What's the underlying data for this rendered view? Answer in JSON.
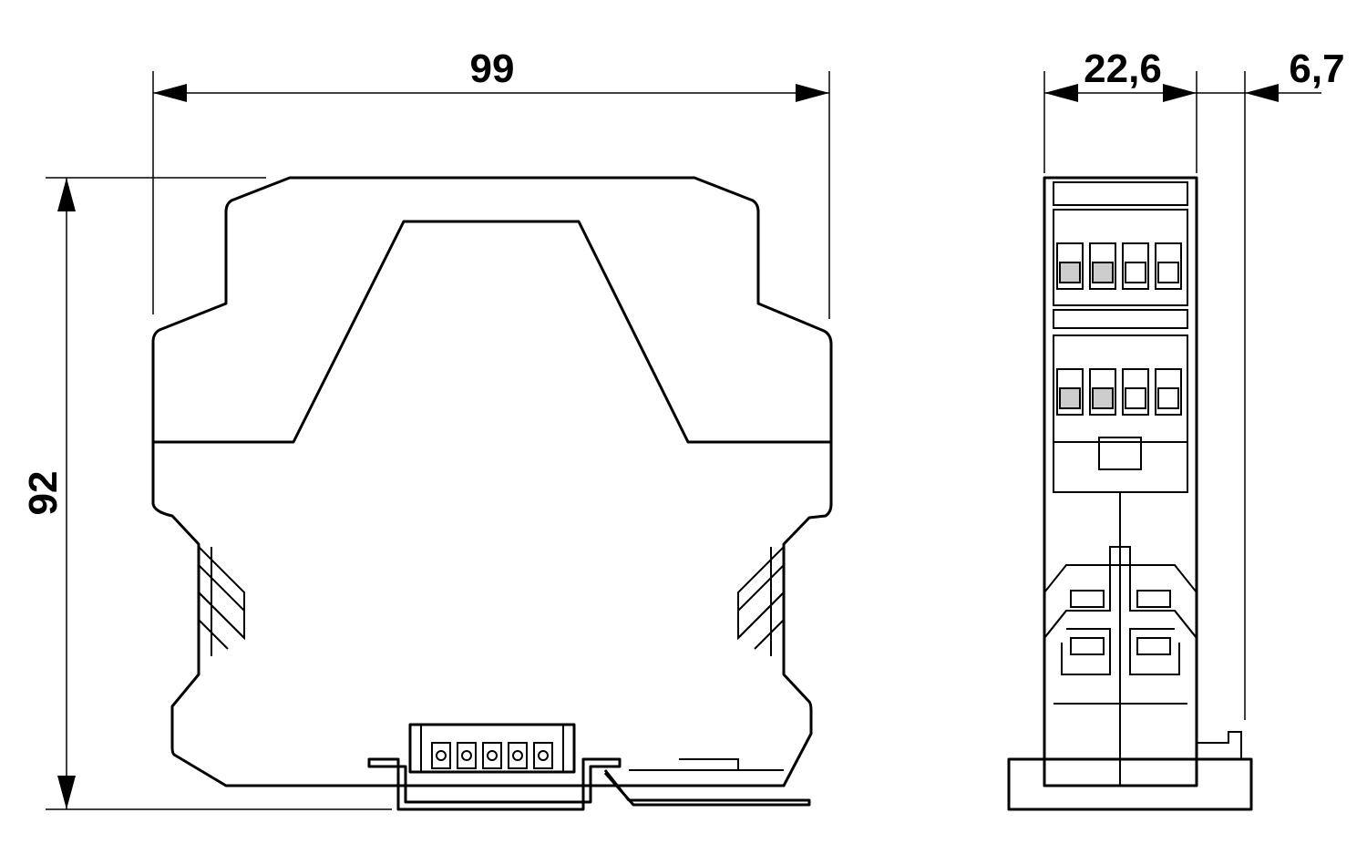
{
  "dimensions": {
    "width": "99",
    "height": "92",
    "depth": "22,6",
    "offset": "6,7"
  }
}
